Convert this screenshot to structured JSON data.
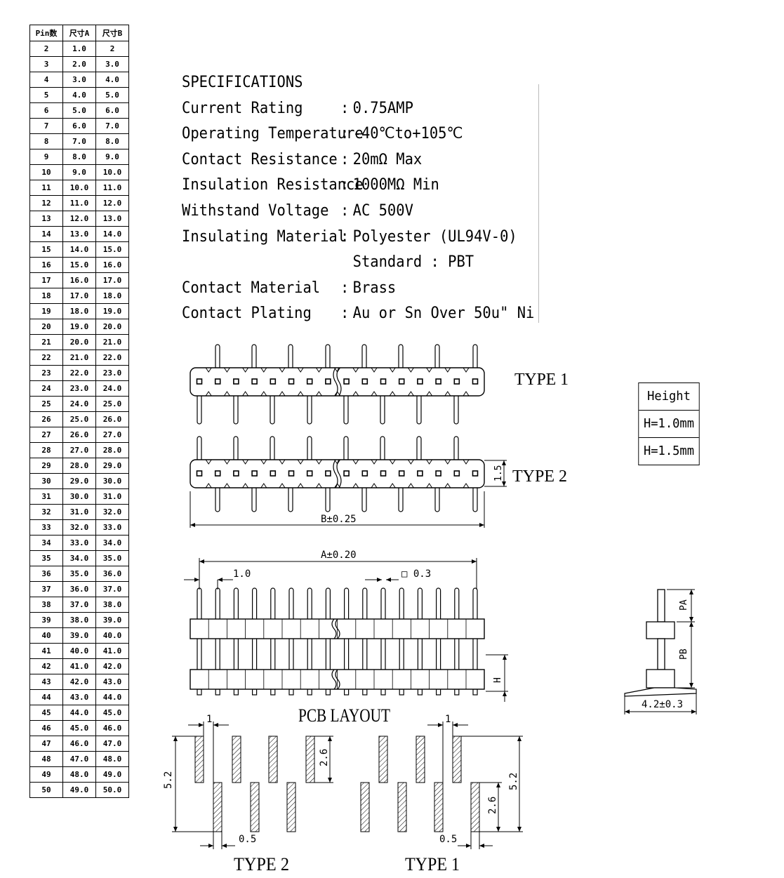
{
  "table": {
    "headers": [
      "Pin数",
      "尺寸A",
      "尺寸B"
    ],
    "rows": [
      [
        "2",
        "1.0",
        "2"
      ],
      [
        "3",
        "2.0",
        "3.0"
      ],
      [
        "4",
        "3.0",
        "4.0"
      ],
      [
        "5",
        "4.0",
        "5.0"
      ],
      [
        "6",
        "5.0",
        "6.0"
      ],
      [
        "7",
        "6.0",
        "7.0"
      ],
      [
        "8",
        "7.0",
        "8.0"
      ],
      [
        "9",
        "8.0",
        "9.0"
      ],
      [
        "10",
        "9.0",
        "10.0"
      ],
      [
        "11",
        "10.0",
        "11.0"
      ],
      [
        "12",
        "11.0",
        "12.0"
      ],
      [
        "13",
        "12.0",
        "13.0"
      ],
      [
        "14",
        "13.0",
        "14.0"
      ],
      [
        "15",
        "14.0",
        "15.0"
      ],
      [
        "16",
        "15.0",
        "16.0"
      ],
      [
        "17",
        "16.0",
        "17.0"
      ],
      [
        "18",
        "17.0",
        "18.0"
      ],
      [
        "19",
        "18.0",
        "19.0"
      ],
      [
        "20",
        "19.0",
        "20.0"
      ],
      [
        "21",
        "20.0",
        "21.0"
      ],
      [
        "22",
        "21.0",
        "22.0"
      ],
      [
        "23",
        "22.0",
        "23.0"
      ],
      [
        "24",
        "23.0",
        "24.0"
      ],
      [
        "25",
        "24.0",
        "25.0"
      ],
      [
        "26",
        "25.0",
        "26.0"
      ],
      [
        "27",
        "26.0",
        "27.0"
      ],
      [
        "28",
        "27.0",
        "28.0"
      ],
      [
        "29",
        "28.0",
        "29.0"
      ],
      [
        "30",
        "29.0",
        "30.0"
      ],
      [
        "31",
        "30.0",
        "31.0"
      ],
      [
        "32",
        "31.0",
        "32.0"
      ],
      [
        "33",
        "32.0",
        "33.0"
      ],
      [
        "34",
        "33.0",
        "34.0"
      ],
      [
        "35",
        "34.0",
        "35.0"
      ],
      [
        "36",
        "35.0",
        "36.0"
      ],
      [
        "37",
        "36.0",
        "37.0"
      ],
      [
        "38",
        "37.0",
        "38.0"
      ],
      [
        "39",
        "38.0",
        "39.0"
      ],
      [
        "40",
        "39.0",
        "40.0"
      ],
      [
        "41",
        "40.0",
        "41.0"
      ],
      [
        "42",
        "41.0",
        "42.0"
      ],
      [
        "43",
        "42.0",
        "43.0"
      ],
      [
        "44",
        "43.0",
        "44.0"
      ],
      [
        "45",
        "44.0",
        "45.0"
      ],
      [
        "46",
        "45.0",
        "46.0"
      ],
      [
        "47",
        "46.0",
        "47.0"
      ],
      [
        "48",
        "47.0",
        "48.0"
      ],
      [
        "49",
        "48.0",
        "49.0"
      ],
      [
        "50",
        "49.0",
        "50.0"
      ]
    ]
  },
  "specs": {
    "title": "SPECIFICATIONS",
    "items": [
      {
        "label": "Current Rating",
        "value": "0.75AMP"
      },
      {
        "label": "Operating Temperature",
        "value": "-40℃to+105℃"
      },
      {
        "label": "Contact Resistance",
        "value": "20mΩ Max"
      },
      {
        "label": "Insulation Resistance",
        "value": "1000MΩ Min"
      },
      {
        "label": "Withstand Voltage",
        "value": "AC 500V"
      },
      {
        "label": "Insulating Material",
        "value": "Polyester (UL94V-0)"
      },
      {
        "label": "",
        "value": "Standard : PBT"
      },
      {
        "label": "Contact Material",
        "value": "Brass"
      },
      {
        "label": "Contact Plating",
        "value": "Au or Sn Over 50u\" Ni"
      }
    ],
    "separator": ":"
  },
  "height_box": {
    "title": "Height",
    "options": [
      "H=1.0mm",
      "H=1.5mm"
    ]
  },
  "labels": {
    "type1": "TYPE 1",
    "type2": "TYPE 2",
    "dim_1_5": "1.5",
    "dim_b": "B±0.25",
    "dim_a": "A±0.20",
    "dim_1_0": "1.0",
    "dim_0_3": "□ 0.3",
    "dim_h": "H",
    "pcb_layout": "PCB LAYOUT",
    "dim_pa": "PA",
    "dim_pb": "PB",
    "dim_4_2": "4.2±0.3",
    "pad_pitch": "1",
    "pad_len": "2.6",
    "pad_total": "5.2",
    "pad_width": "0.5",
    "pad_type2": "TYPE 2",
    "pad_type1": "TYPE 1"
  }
}
